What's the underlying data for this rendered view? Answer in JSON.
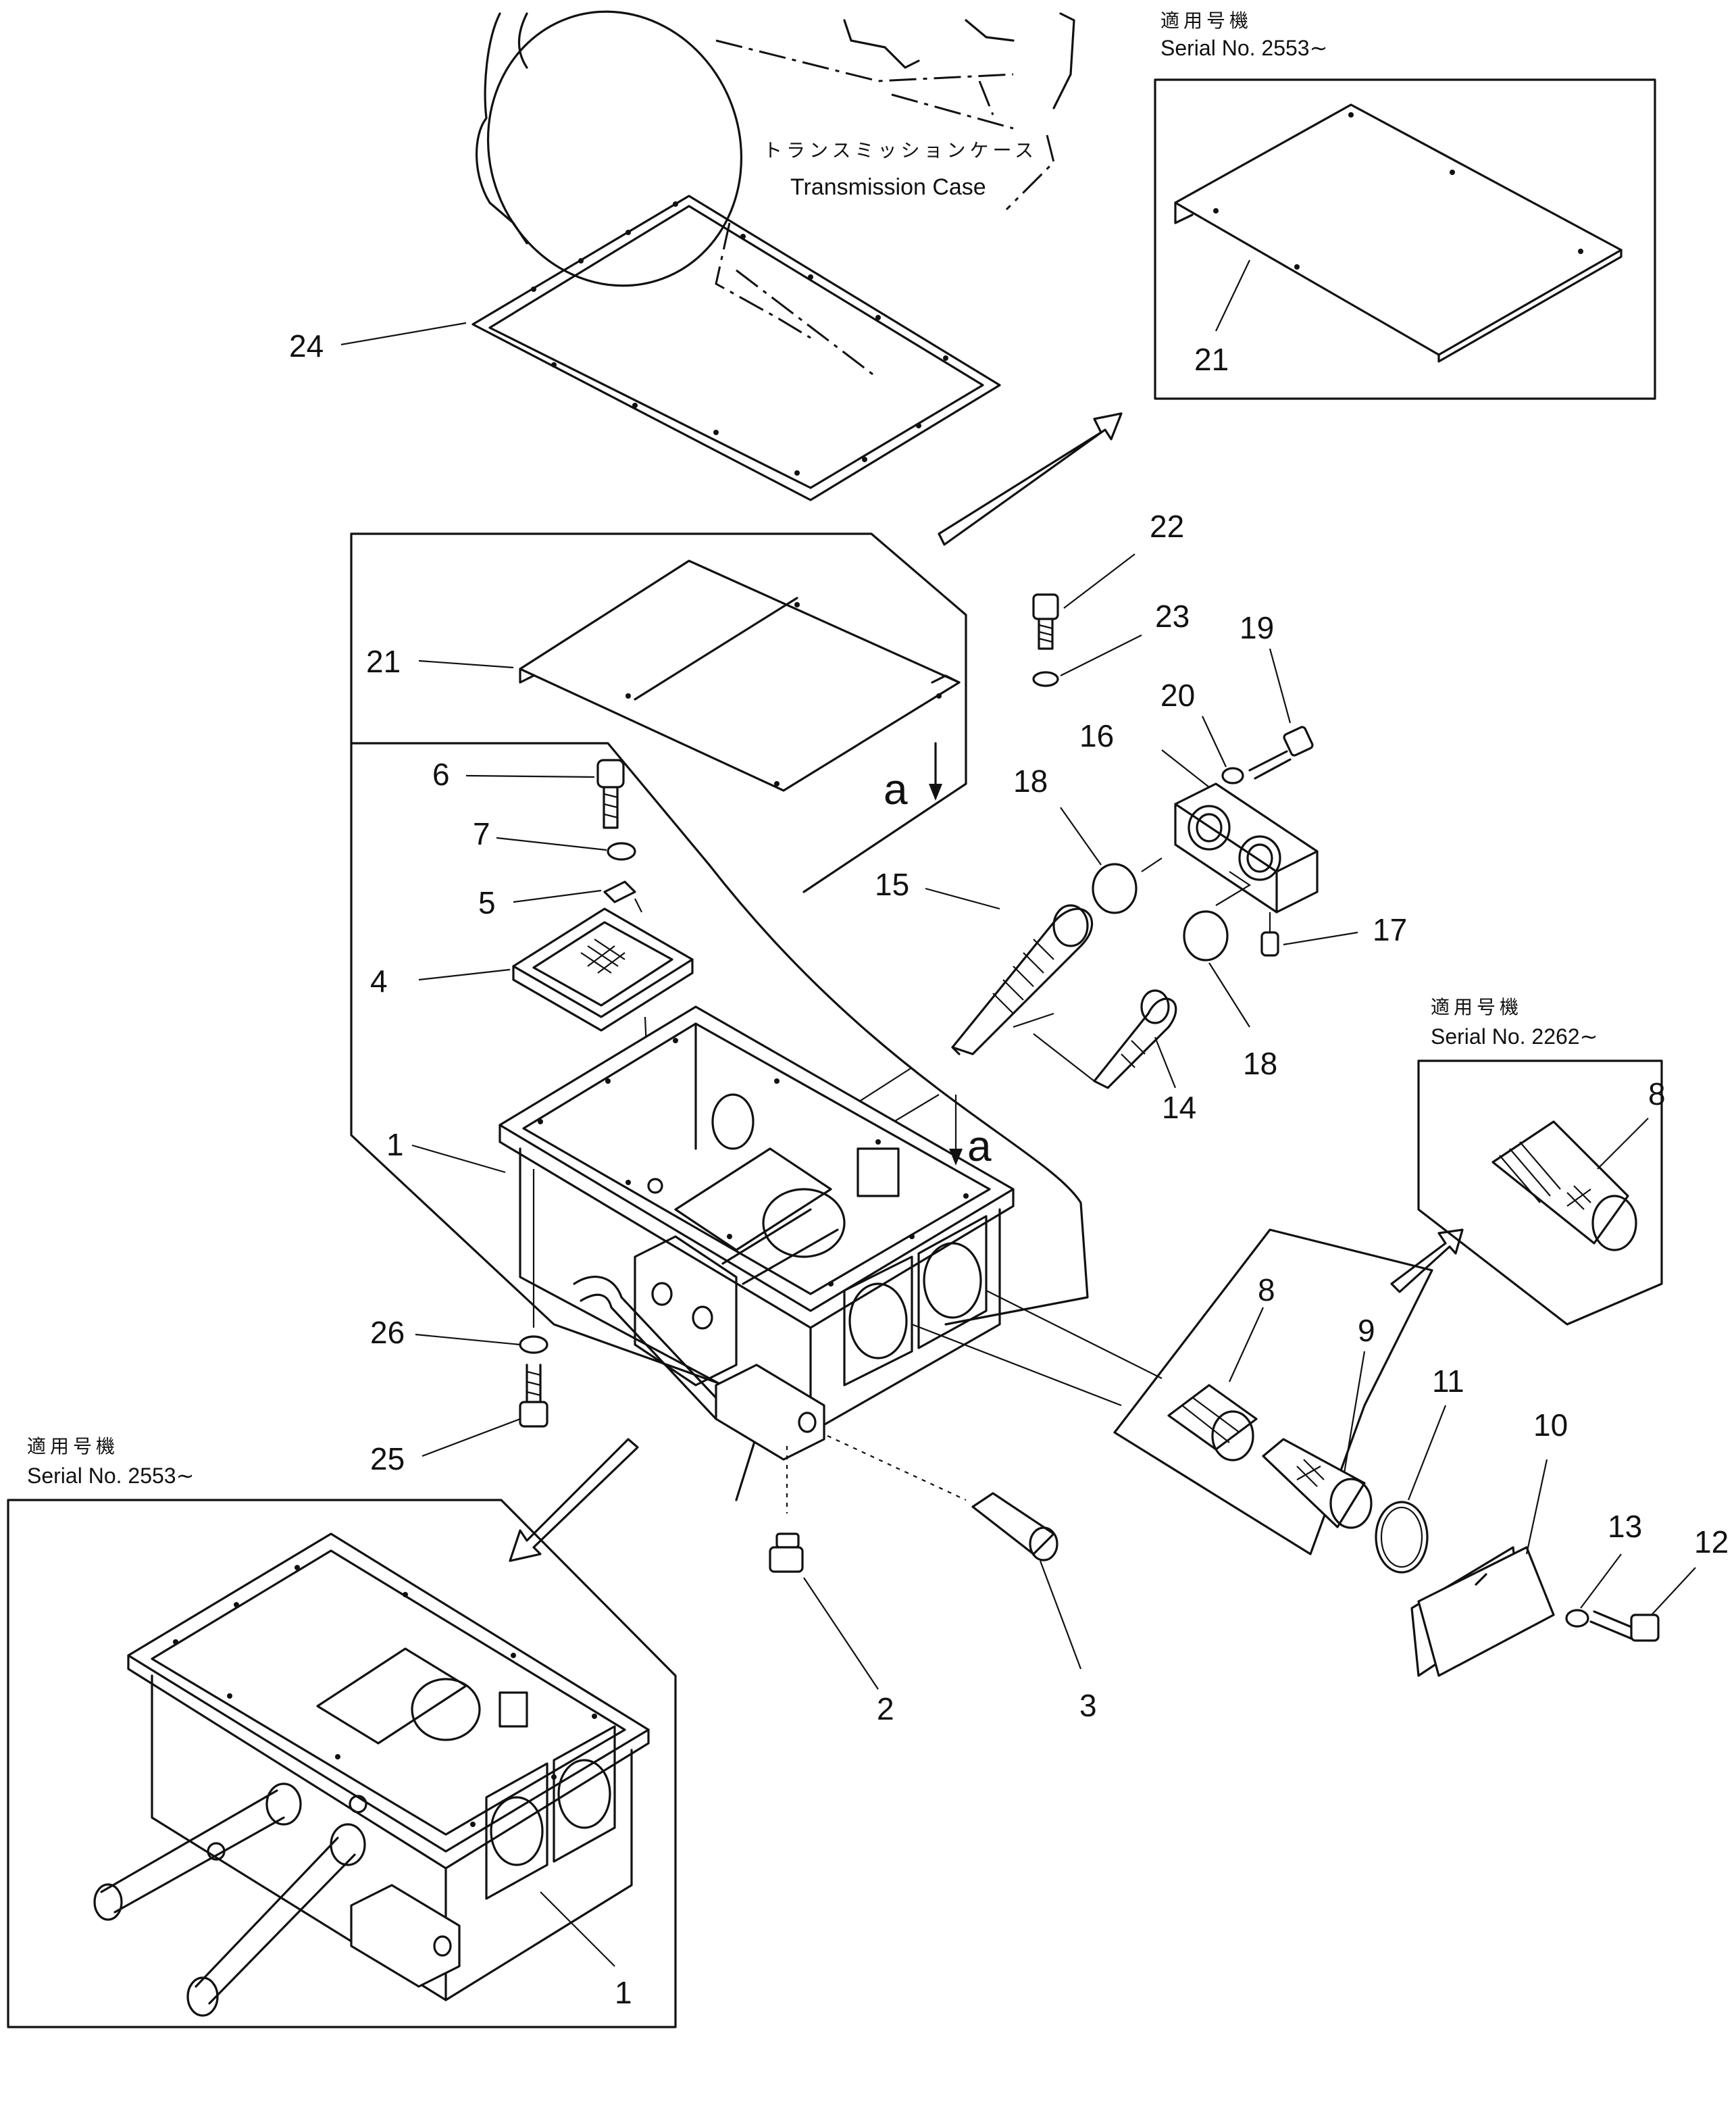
{
  "labels": {
    "transmission_case_jp": "トランスミッションケース",
    "transmission_case_en": "Transmission Case",
    "view_arrow": "a"
  },
  "insets": [
    {
      "applicable_jp": "適用号機",
      "serial": "Serial No. 2553∼"
    },
    {
      "applicable_jp": "適用号機",
      "serial": "Serial No. 2262∼"
    },
    {
      "applicable_jp": "適用号機",
      "serial": "Serial No. 2553∼"
    }
  ],
  "callouts": {
    "p1": "1",
    "p2": "2",
    "p3": "3",
    "p4": "4",
    "p5": "5",
    "p6": "6",
    "p7": "7",
    "p8": "8",
    "p9": "9",
    "p10": "10",
    "p11": "11",
    "p12": "12",
    "p13": "13",
    "p14": "14",
    "p15": "15",
    "p16": "16",
    "p17": "17",
    "p18": "18",
    "p19": "19",
    "p20": "20",
    "p21": "21",
    "p22": "22",
    "p23": "23",
    "p24": "24",
    "p25": "25",
    "p26": "26"
  }
}
